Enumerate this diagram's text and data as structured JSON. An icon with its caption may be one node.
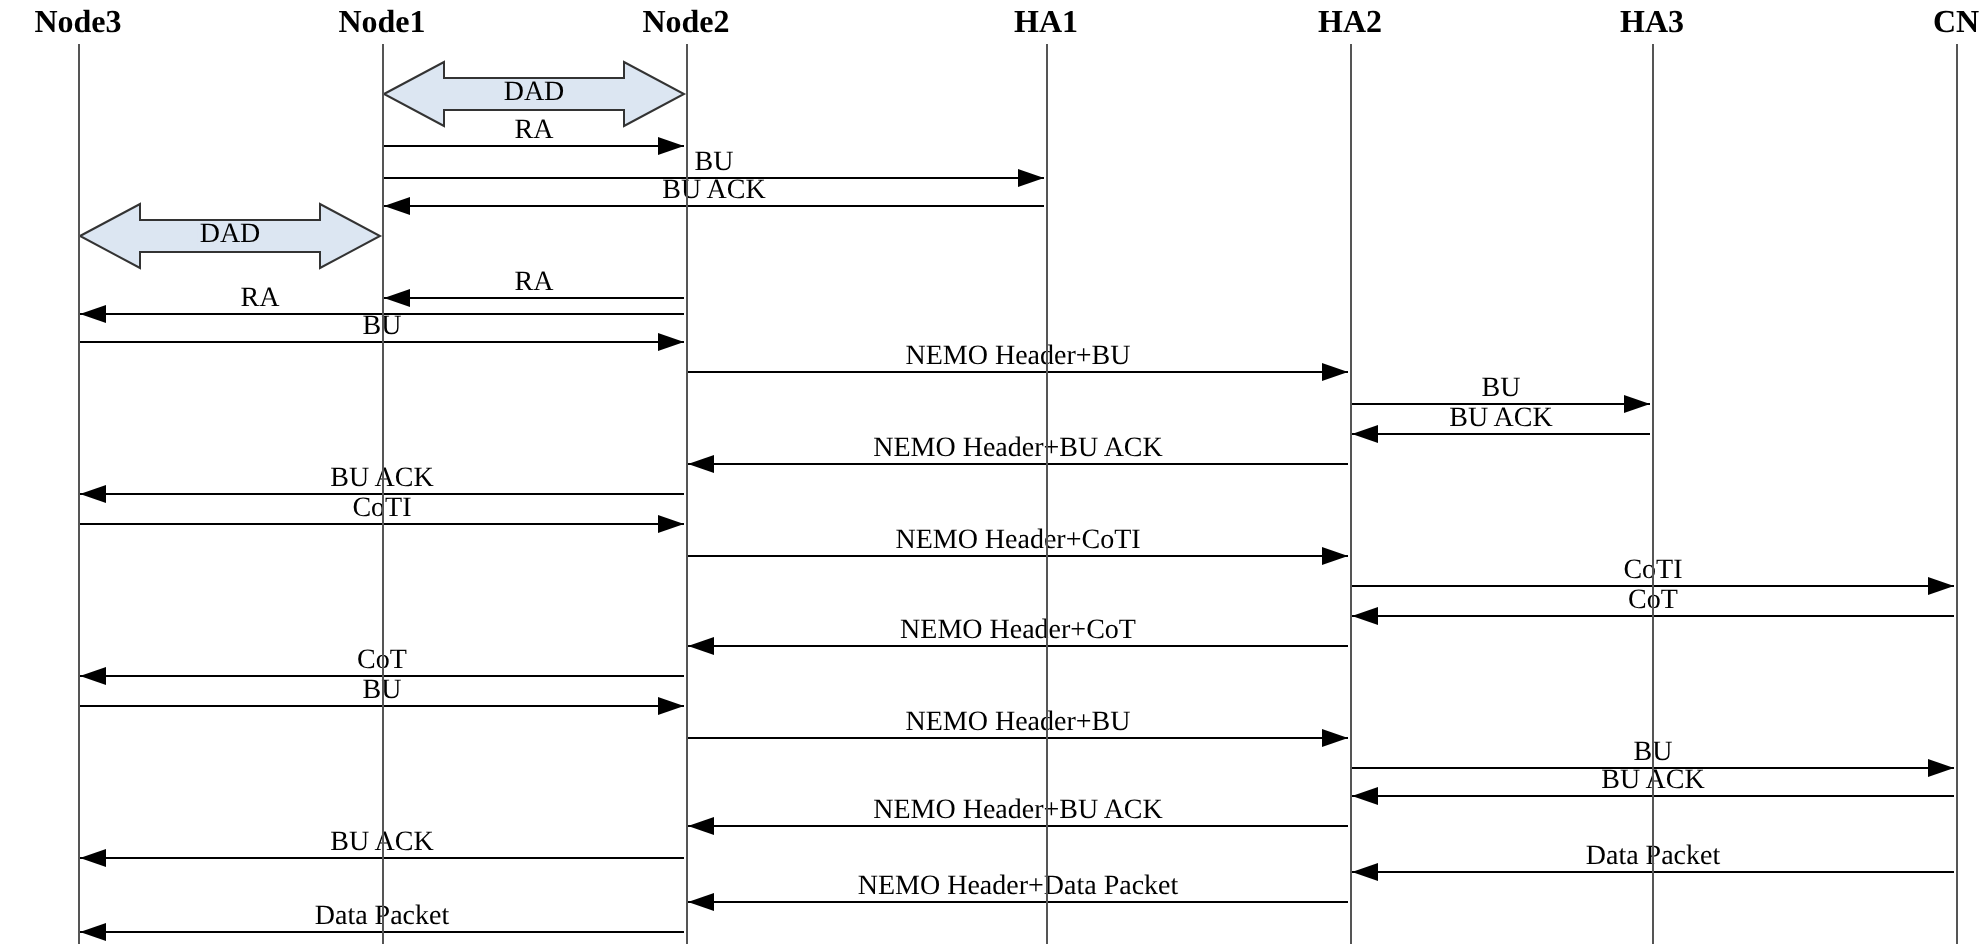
{
  "diagram": {
    "nodes": [
      {
        "text": [
          "Node3"
        ]
      },
      {
        "text": [
          "Node1"
        ]
      },
      {
        "text": [
          "Node2"
        ]
      },
      {
        "text": [
          "HA1"
        ]
      },
      {
        "text": [
          "HA2"
        ]
      },
      {
        "text": [
          "HA3"
        ]
      },
      {
        "text": [
          "CN"
        ]
      }
    ],
    "edges": [
      {
        "from": 1,
        "to": 2,
        "arrow": "both",
        "label": "DAD",
        "style": "thick",
        "color": "#dce6f2"
      },
      {
        "from": 1,
        "to": 2,
        "arrow": "to",
        "label": "RA"
      },
      {
        "from": 1,
        "to": 3,
        "arrow": "to",
        "label": "BU"
      },
      {
        "from": 3,
        "to": 1,
        "arrow": "to",
        "label": "BU ACK"
      },
      {
        "from": 0,
        "to": 1,
        "arrow": "both",
        "label": "DAD",
        "style": "thick",
        "color": "#dce6f2"
      },
      {
        "from": 2,
        "to": 1,
        "arrow": "to",
        "label": "RA"
      },
      {
        "from": 2,
        "to": 0,
        "arrow": "to",
        "label": "RA"
      },
      {
        "from": 0,
        "to": 2,
        "arrow": "to",
        "label": "BU"
      },
      {
        "from": 2,
        "to": 4,
        "arrow": "to",
        "label": "NEMO Header+BU"
      },
      {
        "from": 4,
        "to": 5,
        "arrow": "to",
        "label": "BU"
      },
      {
        "from": 5,
        "to": 4,
        "arrow": "to",
        "label": "BU ACK"
      },
      {
        "from": 4,
        "to": 2,
        "arrow": "to",
        "label": "NEMO Header+BU ACK"
      },
      {
        "from": 2,
        "to": 0,
        "arrow": "to",
        "label": "BU ACK"
      },
      {
        "from": 0,
        "to": 2,
        "arrow": "to",
        "label": "CoTI"
      },
      {
        "from": 2,
        "to": 4,
        "arrow": "to",
        "label": "NEMO Header+CoTI"
      },
      {
        "from": 4,
        "to": 6,
        "arrow": "to",
        "label": "CoTI"
      },
      {
        "from": 6,
        "to": 4,
        "arrow": "to",
        "label": "CoT"
      },
      {
        "from": 4,
        "to": 2,
        "arrow": "to",
        "label": "NEMO Header+CoT"
      },
      {
        "from": 2,
        "to": 0,
        "arrow": "to",
        "label": "CoT"
      },
      {
        "from": 0,
        "to": 2,
        "arrow": "to",
        "label": "BU"
      },
      {
        "from": 2,
        "to": 4,
        "arrow": "to",
        "label": "NEMO Header+BU"
      },
      {
        "from": 4,
        "to": 6,
        "arrow": "to",
        "label": "BU"
      },
      {
        "from": 6,
        "to": 4,
        "arrow": "to",
        "label": "BU ACK"
      },
      {
        "from": 4,
        "to": 2,
        "arrow": "to",
        "label": "NEMO Header+BU ACK"
      },
      {
        "from": 2,
        "to": 0,
        "arrow": "to",
        "label": "BU ACK"
      },
      {
        "from": 6,
        "to": 4,
        "arrow": "to",
        "label": "Data Packet"
      },
      {
        "from": 4,
        "to": 2,
        "arrow": "to",
        "label": "NEMO Header+Data Packet"
      },
      {
        "from": 2,
        "to": 0,
        "arrow": "to",
        "label": "Data Packet"
      }
    ]
  }
}
